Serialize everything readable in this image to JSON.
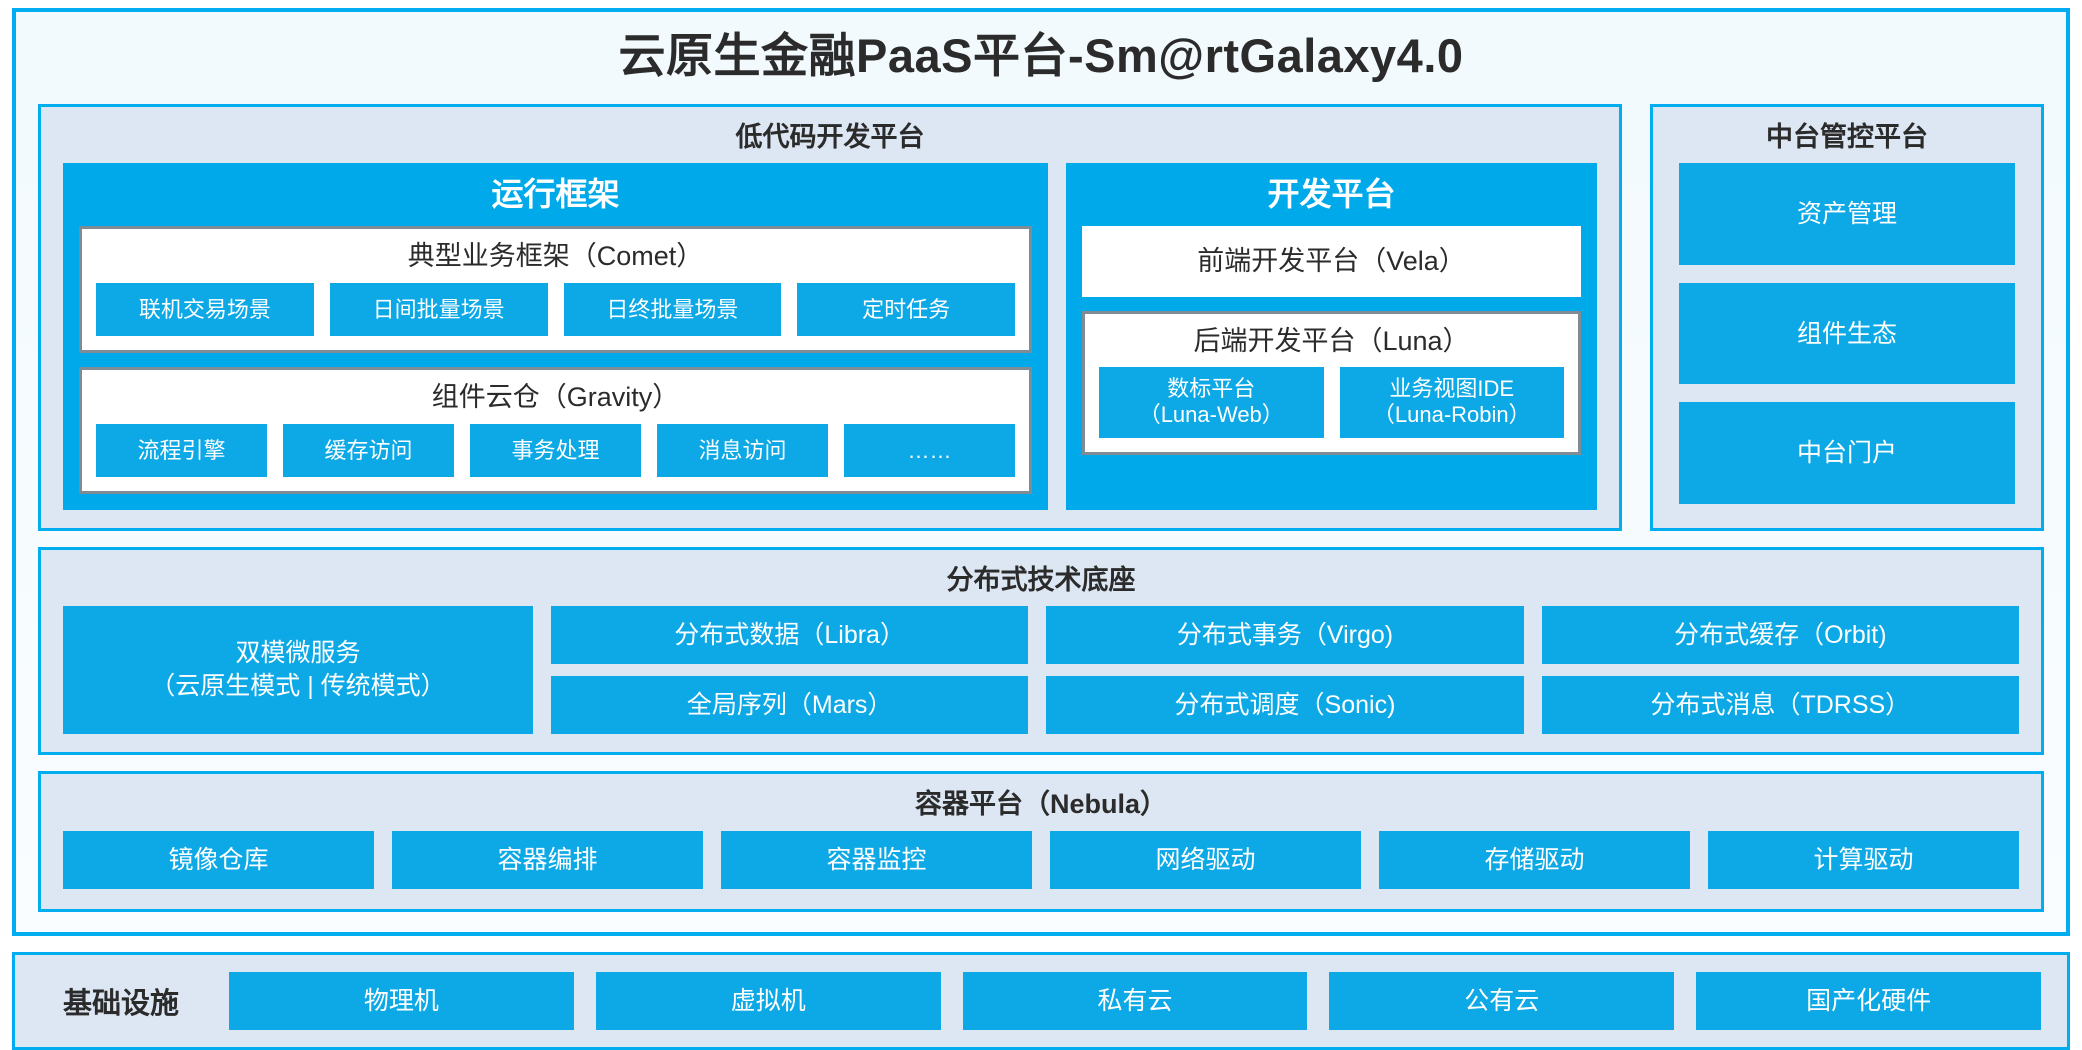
{
  "colors": {
    "accent_blue": "#00AEEF",
    "chip_blue": "#0DA9E6",
    "panel_bg": "#DDE7F3",
    "card_border_grey": "#7F8C94",
    "text_dark": "#2B2B2B",
    "white": "#FFFFFF"
  },
  "title": "云原生金融PaaS平台-Sm@rtGalaxy4.0",
  "lowcode": {
    "title": "低代码开发平台",
    "runtime": {
      "title": "运行框架",
      "comet": {
        "title": "典型业务框架（Comet）",
        "chips": [
          "联机交易场景",
          "日间批量场景",
          "日终批量场景",
          "定时任务"
        ]
      },
      "gravity": {
        "title": "组件云仓（Gravity）",
        "chips": [
          "流程引擎",
          "缓存访问",
          "事务处理",
          "消息访问",
          "……"
        ]
      }
    },
    "devplatform": {
      "title": "开发平台",
      "frontend": "前端开发平台（Vela）",
      "backend": {
        "title": "后端开发平台（Luna）",
        "chips": [
          {
            "name": "数标平台",
            "sub": "（Luna-Web）"
          },
          {
            "name": "业务视图IDE",
            "sub": "（Luna-Robin）"
          }
        ]
      }
    }
  },
  "midoffice": {
    "title": "中台管控平台",
    "items": [
      "资产管理",
      "组件生态",
      "中台门户"
    ]
  },
  "distributed": {
    "title": "分布式技术底座",
    "microservice": {
      "line1": "双模微服务",
      "line2": "（云原生模式 | 传统模式）"
    },
    "columns": [
      [
        "分布式数据（Libra）",
        "全局序列（Mars）"
      ],
      [
        "分布式事务（Virgo)",
        "分布式调度（Sonic)"
      ],
      [
        "分布式缓存（Orbit)",
        "分布式消息（TDRSS）"
      ]
    ]
  },
  "container": {
    "title": "容器平台（Nebula）",
    "items": [
      "镜像仓库",
      "容器编排",
      "容器监控",
      "网络驱动",
      "存储驱动",
      "计算驱动"
    ]
  },
  "infrastructure": {
    "label": "基础设施",
    "items": [
      "物理机",
      "虚拟机",
      "私有云",
      "公有云",
      "国产化硬件"
    ]
  }
}
